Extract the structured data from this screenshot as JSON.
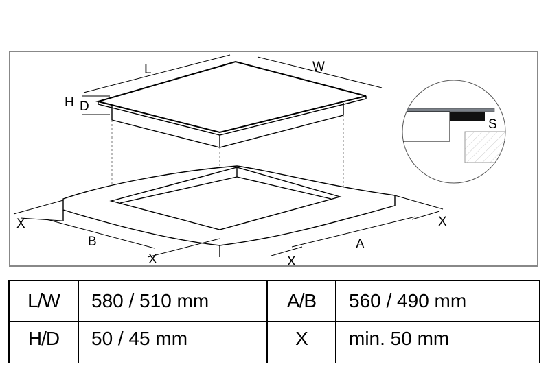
{
  "diagram": {
    "labels": {
      "L": "L",
      "W": "W",
      "H": "H",
      "D": "D",
      "S": "S",
      "A": "A",
      "B": "B",
      "X": "X"
    }
  },
  "table": {
    "rows": [
      {
        "key1": "L/W",
        "val1": "580 / 510 mm",
        "key2": "A/B",
        "val2": "560 / 490 mm"
      },
      {
        "key1": "H/D",
        "val1": "50 / 45 mm",
        "key2": "X",
        "val2": "min. 50 mm"
      }
    ]
  }
}
